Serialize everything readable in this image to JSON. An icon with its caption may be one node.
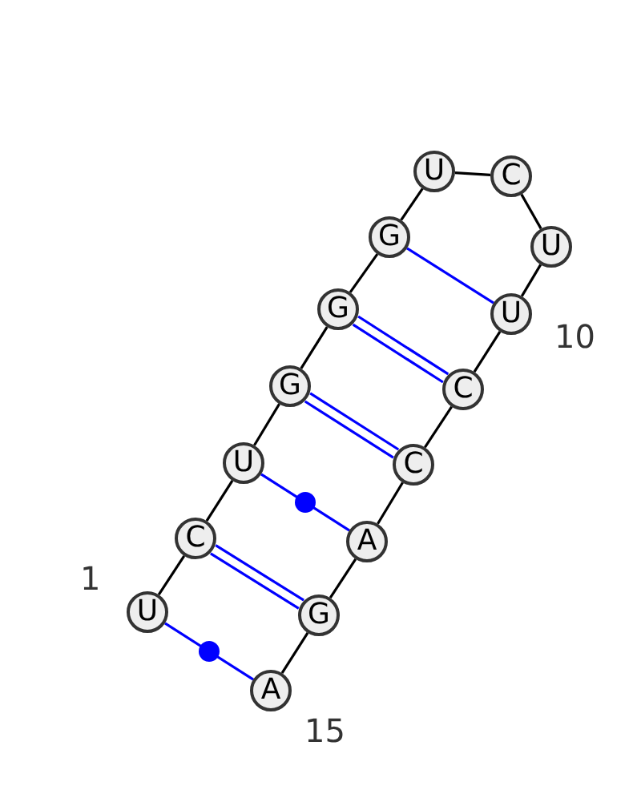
{
  "diagram": {
    "nodes": [
      {
        "text": [
          "U"
        ]
      },
      {
        "text": [
          "C"
        ]
      },
      {
        "text": [
          "U"
        ]
      },
      {
        "text": [
          "G"
        ]
      },
      {
        "text": [
          "G"
        ]
      },
      {
        "text": [
          "G"
        ]
      },
      {
        "text": [
          "U"
        ]
      },
      {
        "text": [
          "C"
        ]
      },
      {
        "text": [
          "U"
        ]
      },
      {
        "text": [
          "U"
        ]
      },
      {
        "text": [
          "C"
        ]
      },
      {
        "text": [
          "C"
        ]
      },
      {
        "text": [
          "A"
        ]
      },
      {
        "text": [
          "G"
        ]
      },
      {
        "text": [
          "A"
        ]
      }
    ],
    "edges": [
      {
        "from": 0,
        "to": 1,
        "arrow": "none"
      },
      {
        "from": 1,
        "to": 2,
        "arrow": "none"
      },
      {
        "from": 2,
        "to": 3,
        "arrow": "none"
      },
      {
        "from": 3,
        "to": 4,
        "arrow": "none"
      },
      {
        "from": 4,
        "to": 5,
        "arrow": "none"
      },
      {
        "from": 5,
        "to": 6,
        "arrow": "none"
      },
      {
        "from": 6,
        "to": 7,
        "arrow": "none"
      },
      {
        "from": 7,
        "to": 8,
        "arrow": "none"
      },
      {
        "from": 8,
        "to": 9,
        "arrow": "none"
      },
      {
        "from": 9,
        "to": 10,
        "arrow": "none"
      },
      {
        "from": 10,
        "to": 11,
        "arrow": "none"
      },
      {
        "from": 11,
        "to": 12,
        "arrow": "none"
      },
      {
        "from": 12,
        "to": 13,
        "arrow": "none"
      },
      {
        "from": 13,
        "to": 14,
        "arrow": "none"
      },
      {
        "from": 0,
        "to": 14,
        "arrow": "none",
        "color": "#0000ff"
      },
      {
        "from": 1,
        "to": 13,
        "arrow": "none",
        "color": "#0000ff"
      },
      {
        "from": 2,
        "to": 12,
        "arrow": "none",
        "color": "#0000ff"
      },
      {
        "from": 3,
        "to": 11,
        "arrow": "none",
        "color": "#0000ff"
      },
      {
        "from": 4,
        "to": 10,
        "arrow": "none",
        "color": "#0000ff"
      },
      {
        "from": 5,
        "to": 9,
        "arrow": "none",
        "color": "#0000ff"
      }
    ],
    "labels": [
      "1",
      "10",
      "15"
    ]
  }
}
